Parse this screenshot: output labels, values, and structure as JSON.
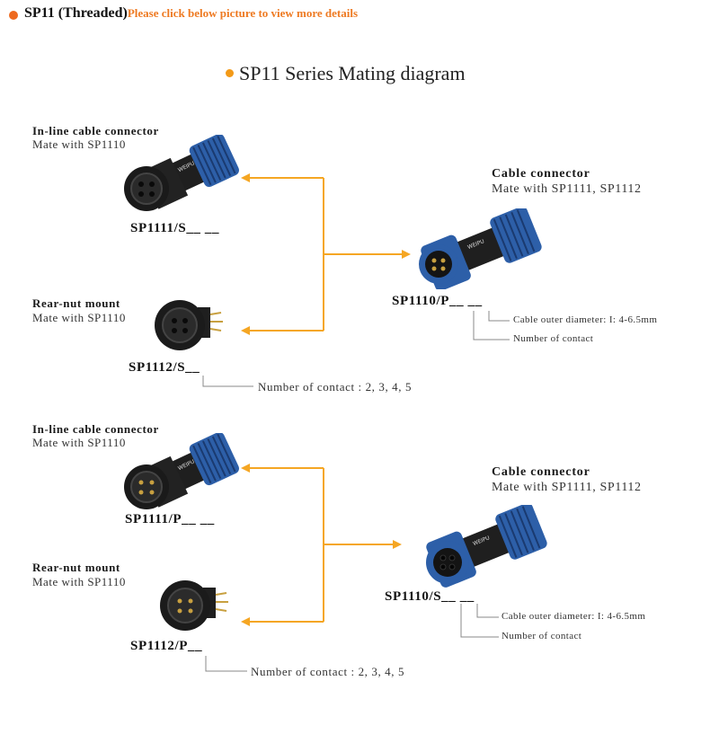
{
  "header": {
    "title": "SP11 (Threaded)",
    "note": "Please click below picture to view more details"
  },
  "diagram_title": "SP11 Series Mating diagram",
  "group1": {
    "inline": {
      "title": "In-line cable connector",
      "mate": "Mate with  SP1110",
      "part": "SP1111/S__ __"
    },
    "rear": {
      "title": "Rear-nut mount",
      "mate": "Mate with  SP1110",
      "part": "SP1112/S__"
    },
    "rear_note": "Number  of  contact : 2, 3, 4, 5",
    "cable": {
      "title": "Cable  connector",
      "mate": "Mate with  SP1111, SP1112",
      "part": "SP1110/P__ __"
    },
    "cable_note_diameter": "Cable outer diameter: I: 4-6.5mm",
    "cable_note_contact": "Number  of  contact"
  },
  "group2": {
    "inline": {
      "title": "In-line cable connector",
      "mate": "Mate with  SP1110",
      "part": "SP1111/P__ __"
    },
    "rear": {
      "title": "Rear-nut mount",
      "mate": "Mate with  SP1110",
      "part": "SP1112/P__"
    },
    "rear_note": "Number  of  contact : 2, 3, 4, 5",
    "cable": {
      "title": "Cable  connector",
      "mate": "Mate with  SP1111, SP1112",
      "part": "SP1110/S__ __"
    },
    "cable_note_diameter": "Cable outer diameter: I: 4-6.5mm",
    "cable_note_contact": "Number  of  contact"
  },
  "colors": {
    "accent_orange": "#f5a623",
    "header_orange": "#ee7a22",
    "connector_blue": "#2d5fa8",
    "connector_black": "#1b1b1b"
  }
}
